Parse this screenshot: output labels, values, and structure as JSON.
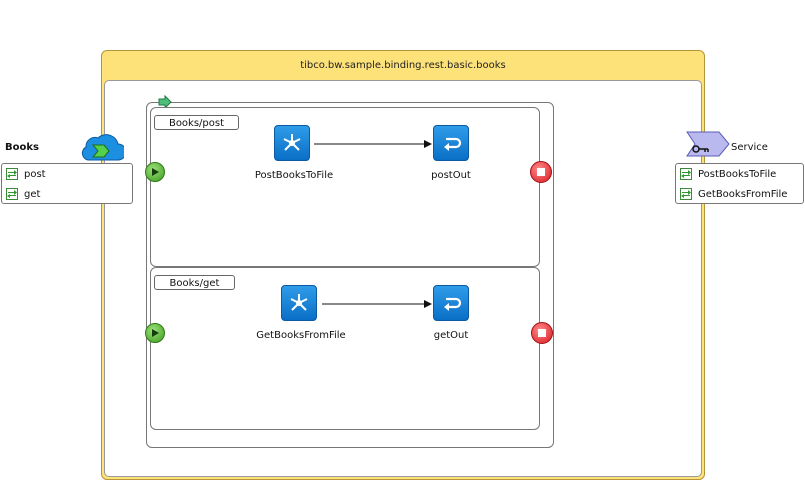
{
  "process": {
    "title": "tibco.bw.sample.binding.rest.basic.books"
  },
  "left_binding": {
    "title": "Books",
    "operations": [
      {
        "label": "post",
        "icon": "operation-icon"
      },
      {
        "label": "get",
        "icon": "operation-icon"
      }
    ]
  },
  "right_binding": {
    "title": "Service",
    "operations": [
      {
        "label": "PostBooksToFile",
        "icon": "operation-icon"
      },
      {
        "label": "GetBooksFromFile",
        "icon": "operation-icon"
      }
    ]
  },
  "lanes": [
    {
      "label": "Books/post",
      "activity": "PostBooksToFile",
      "reply": "postOut"
    },
    {
      "label": "Books/get",
      "activity": "GetBooksFromFile",
      "reply": "getOut"
    }
  ],
  "colors": {
    "process_bg": "#fde27a",
    "activity": "#1a86d9",
    "start": "#4caf2a",
    "end": "#e02020"
  }
}
